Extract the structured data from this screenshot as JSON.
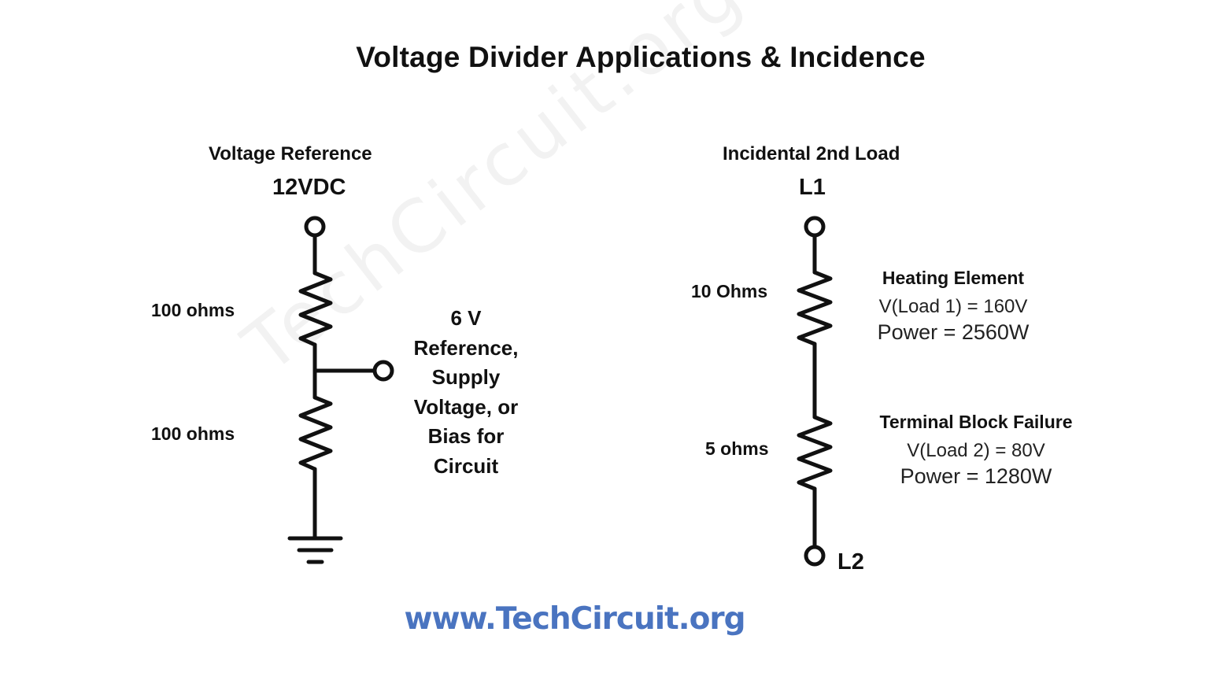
{
  "title": "Voltage Divider Applications & Incidence",
  "left": {
    "heading": "Voltage Reference",
    "source": "12VDC",
    "r1": "100 ohms",
    "r2": "100 ohms",
    "output_lines": [
      "6 V",
      "Reference,",
      "Supply",
      "Voltage, or",
      "Bias for",
      "Circuit"
    ]
  },
  "right": {
    "heading": "Incidental 2nd Load",
    "top_node": "L1",
    "bottom_node": "L2",
    "r1": "10 Ohms",
    "r2": "5 ohms",
    "load1": {
      "name": "Heating Element",
      "voltage": "V(Load 1) = 160V",
      "power": "Power = 2560W"
    },
    "load2": {
      "name": "Terminal Block Failure",
      "voltage": "V(Load 2) = 80V",
      "power": "Power = 1280W"
    }
  },
  "watermark": "TechCircuit.org",
  "footer": "www.TechCircuit.org",
  "colors": {
    "footer": "#4a74c0",
    "line": "#111111"
  }
}
